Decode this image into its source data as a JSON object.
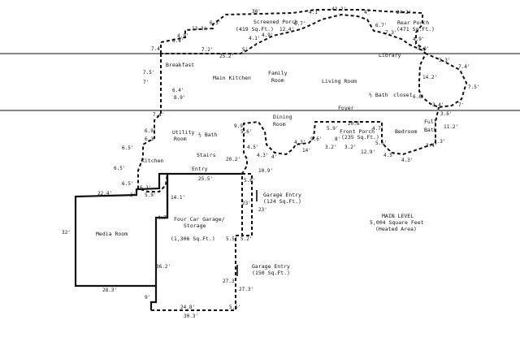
{
  "rooms": {
    "screened_porch": {
      "name": "Screened Porch",
      "area": "(419 Sq.Ft.)"
    },
    "rear_porch": {
      "name": "Rear Porch",
      "area": "(471 Sq.Ft.)"
    },
    "breakfast": "Breakfast",
    "main_kitchen": "Main Kitchen",
    "family_room": {
      "line1": "Family",
      "line2": "Room"
    },
    "living_room": "Living Room",
    "library": "Library",
    "half_bath_right": "½ Bath",
    "closet": "closet",
    "foyer": "Foyer",
    "dining_room": {
      "line1": "Dining",
      "line2": "Room"
    },
    "front_porch": {
      "name": "Front Porch",
      "area": "(235 Sq.Ft.)"
    },
    "bedroom": "Bedroom",
    "full_bath": {
      "line1": "Full",
      "line2": "Bath"
    },
    "utility_room": {
      "line1": "Utility",
      "line2": "Room"
    },
    "half_bath_left": "½ Bath",
    "stairs": "Stairs",
    "kitchen": "Kitchen",
    "entry": "Entry",
    "media_room": "Media Room",
    "garage": {
      "line1": "Four Car Garage/",
      "line2": "Storage",
      "line3": "(1,306 Sq.Ft.)"
    },
    "garage_entry_upper": {
      "name": "Garage Entry",
      "area": "(124 Sq.Ft.)"
    },
    "garage_entry_lower": {
      "name": "Garage Entry",
      "area": "(150 Sq.Ft.)"
    }
  },
  "summary": {
    "title": "MAIN LEVEL",
    "area": "5,004 Square Feet",
    "note": "(Heated Area)"
  },
  "dimensions": {
    "d_30": "30'",
    "d_4_1_top": "4.1'",
    "d_42_2": "42.2'",
    "d_4_top2": "4'",
    "d_24_2": "24.2'",
    "d_6_5_porch": "6.5'",
    "d_13_3": "13.3'",
    "d_4_9_porch": "4.9'",
    "d_6_7_porch": "6.7'",
    "d_6_7_rear": "6.7'",
    "d_7_3_rear": "7.3'",
    "d_4_9_rear": "4.9'",
    "d_4_1_mid": "4.1'",
    "d_12_4": "12.4'",
    "d_4_9_mid": "4.9'",
    "d_6_4_left": "6.4'",
    "d_7_4_left": "7.4'",
    "d_7_2": "7.2'",
    "d_5_mid": "5'",
    "d_25_2": "25.2'",
    "d_4_9_right": "4.9'",
    "d_3_3_right": "3.3'",
    "d_7_4_right": "7.4'",
    "d_7_5_left": "7.5'",
    "d_7_left": "7'",
    "d_14_2": "14.2'",
    "d_7_5_right": "7.5'",
    "d_6_4_inner": "6.4'",
    "d_8_9": "8.9'",
    "d_6_6": "6.6'",
    "d_3_4_right": "3.4'",
    "d_7_right": "7'",
    "d_3_6": "3.6'",
    "d_7_4_lower": "7.4'",
    "d_9_9": "9.9'",
    "d_5_6": "5.6'",
    "d_6_9": "6.9'",
    "d_6_1": "6.1'",
    "d_5_9_porch": "5.9'",
    "d_20_6": "20.6'",
    "d_4_7": "4.7'",
    "d_11_2": "11.2'",
    "d_4_5": "4.5'",
    "d_4_3_low": "4.3'",
    "d_4_low": "4'",
    "d_4_3_mid": "4.3'",
    "d_9_6": "9.6'",
    "d_8_porch": "8'",
    "d_5_6_right": "5.6'",
    "d_3_4_low": "3.4'",
    "d_3_3_low": "3.3'",
    "d_14": "14'",
    "d_3_2_a": "3.2'",
    "d_3_2_b": "3.2'",
    "d_12_9": "12.9'",
    "d_4_5_right": "4.5'",
    "d_4_3_right": "4.3'",
    "d_6_5_a": "6.5'",
    "d_6_5_b": "6.5'",
    "d_6_5_c": "6.5'",
    "d_20_2": "20.2'",
    "d_10_9": "10.9'",
    "d_25_5": "25.5'",
    "d_6_1_lower": "6.1'",
    "d_5_9": "5.9'",
    "d_3_mid": "3'",
    "d_22_4": "22.4'",
    "d_5_6_garage": "5.6'",
    "d_14_1": "14.1'",
    "d_23_a": "23'",
    "d_23_b": "23'",
    "d_4_7_left": "4.7'",
    "d_32": "32'",
    "d_5_5": "5.5'",
    "d_5_2": "5.2'",
    "d_36_2": "36.2'",
    "d_27_3_a": "27.3'",
    "d_27_3_b": "27.3'",
    "d_28_3": "28.3'",
    "d_9_bottom": "9'",
    "d_24_8": "24.8'",
    "d_30_3": "30.3'",
    "d_5_5_bottom": "5.5'"
  }
}
